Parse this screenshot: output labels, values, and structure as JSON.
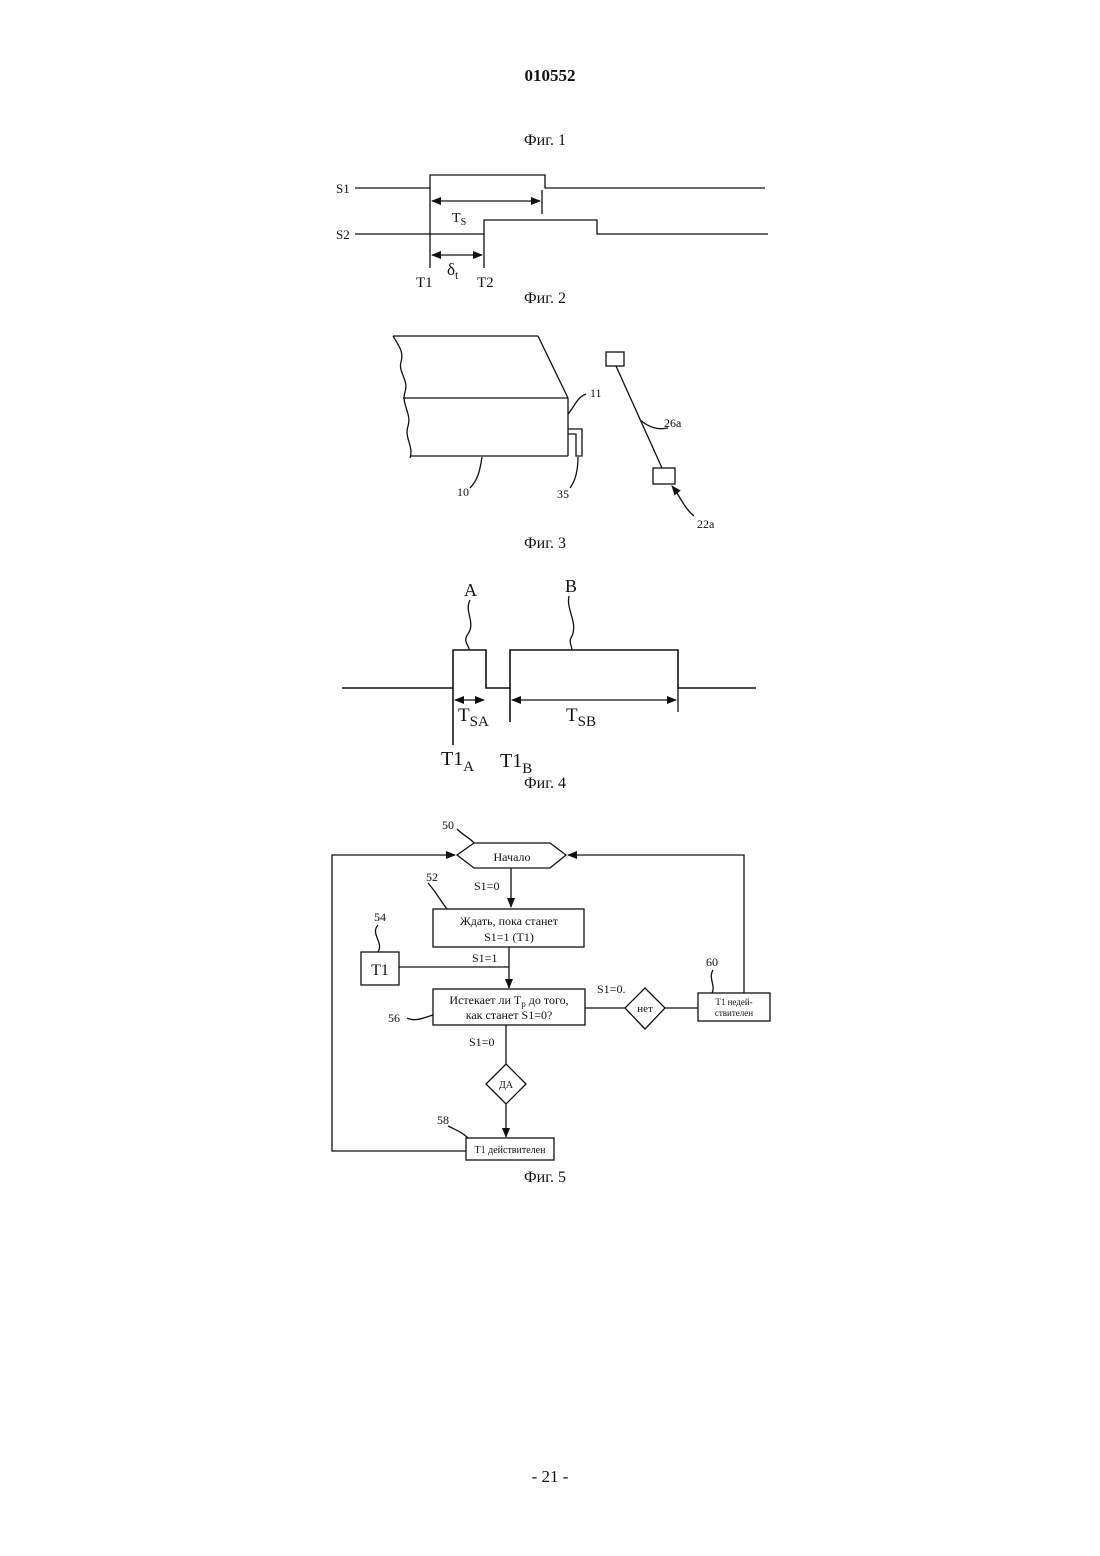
{
  "header": {
    "patent_number": "010552"
  },
  "captions": {
    "fig1": "Фиг. 1",
    "fig2": "Фиг. 2",
    "fig3": "Фиг. 3",
    "fig4": "Фиг. 4",
    "fig5": "Фиг. 5"
  },
  "fig2": {
    "s1": "S1",
    "s2": "S2",
    "ts": "T",
    "ts_sub": "S",
    "delta": "δ",
    "delta_sub": "t",
    "t1": "T1",
    "t2": "T2"
  },
  "fig3": {
    "ref_11": "11",
    "ref_10": "10",
    "ref_35": "35",
    "ref_26a": "26a",
    "ref_22a": "22a"
  },
  "fig4": {
    "a": "A",
    "b": "B",
    "tsa": "T",
    "tsa_sub": "SA",
    "tsb": "T",
    "tsb_sub": "SB",
    "t1a": "T1",
    "t1a_sub": "A",
    "t1b": "T1",
    "t1b_sub": "B"
  },
  "fig5": {
    "ref_50": "50",
    "start": "Начало",
    "cond_s1_0_top": "S1=0",
    "ref_52": "52",
    "wait_line1": "Ждать, пока станет",
    "wait_line2": "S1=1 (T1)",
    "ref_54": "54",
    "t1_box": "T1",
    "cond_s1_1": "S1=1",
    "check_line1_a": "Истекает ли T",
    "check_line1_sub": "p",
    "check_line1_b": " до того,",
    "check_line2": "как станет S1=0?",
    "ref_56": "56",
    "cond_s1_0_right": "S1=0.",
    "no": "нет",
    "ref_60": "60",
    "invalid_line1": "T1 недей-",
    "invalid_line2": "ствителен",
    "cond_s1_0_down": "S1=0",
    "yes": "ДА",
    "ref_58": "58",
    "valid": "T1 действителен"
  },
  "footer": {
    "page": "- 21 -"
  }
}
